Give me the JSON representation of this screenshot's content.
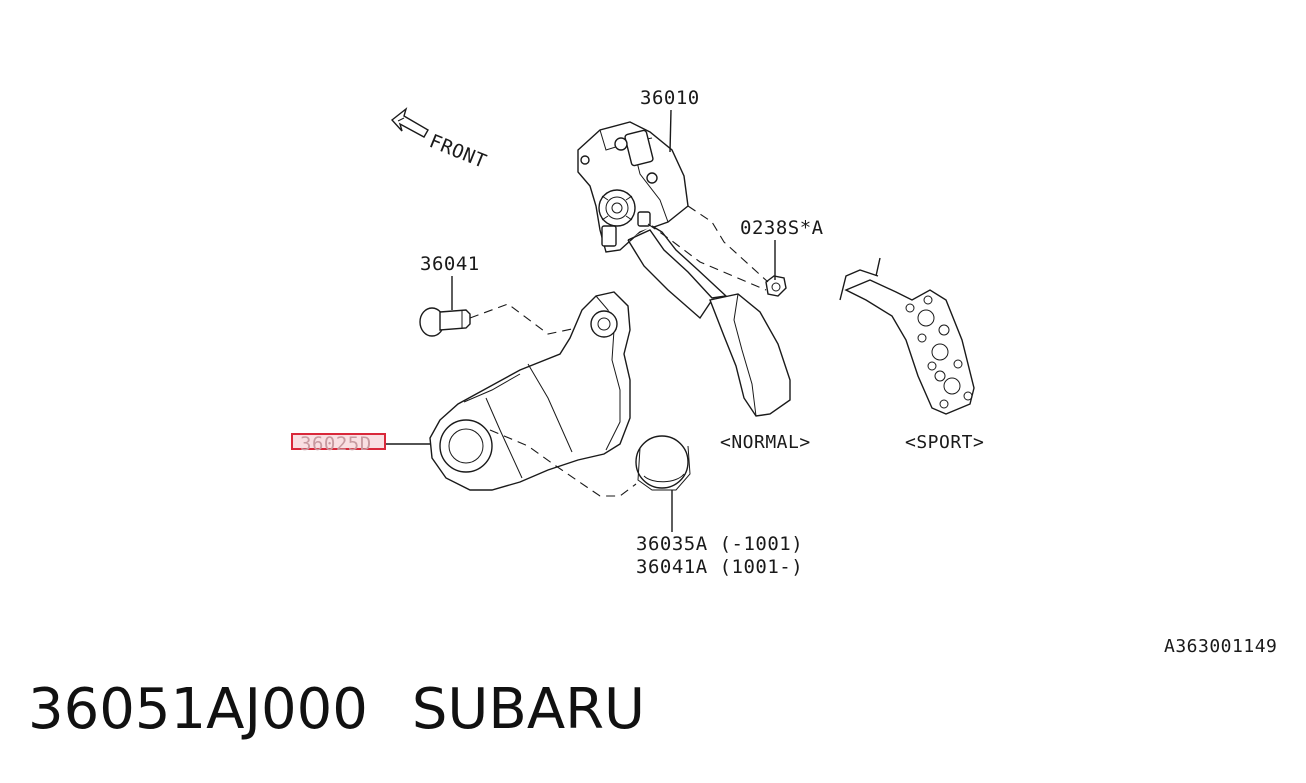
{
  "diagram": {
    "front_label": "FRONT",
    "parts": {
      "p36010": "36010",
      "p0238s": "0238S*A",
      "p36041": "36041",
      "p36025d": "36025D",
      "p36035a": "36035A (-1001)",
      "p36041a": "36041A (1001-)"
    },
    "variants": {
      "normal": "<NORMAL>",
      "sport": "<SPORT>"
    },
    "reference_code": "A363001149",
    "highlight_color": "#d9283a"
  },
  "footer": {
    "part_number": "36051AJ000",
    "brand": "SUBARU"
  }
}
